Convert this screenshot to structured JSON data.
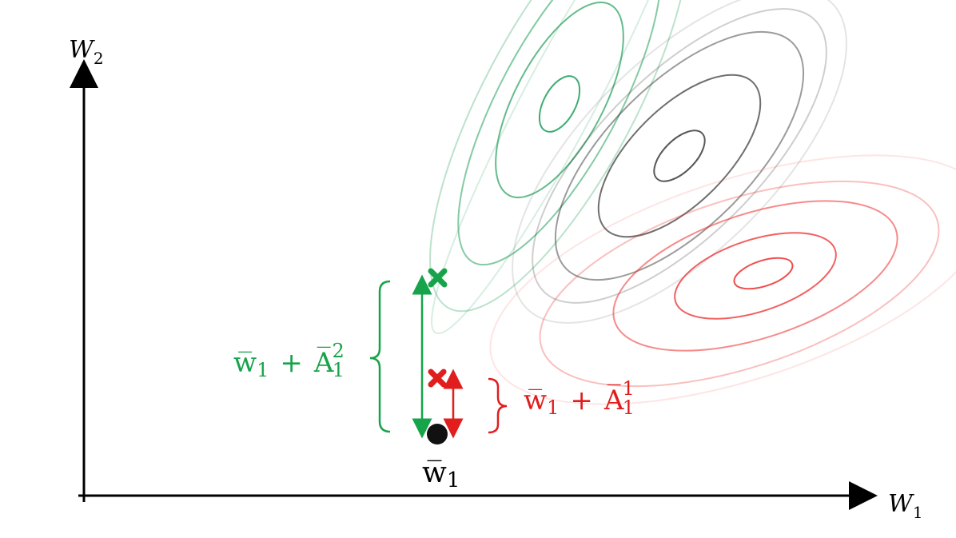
{
  "axes": {
    "x_label": {
      "base": "W",
      "sub": "1"
    },
    "y_label": {
      "base": "W",
      "sub": "2"
    },
    "axis_color": "#000000"
  },
  "colors": {
    "green": "#16a34a",
    "red": "#e11d1d",
    "gray": "#333333",
    "black": "#000000"
  },
  "point": {
    "label_base": "w̅",
    "label_sub": "1"
  },
  "green_annotation": {
    "w": "w̅",
    "w_sub": "1",
    "plus": "+",
    "a": "A̅",
    "a_sub": "1",
    "a_sup": "2"
  },
  "red_annotation": {
    "w": "w̅",
    "w_sub": "1",
    "plus": "+",
    "a": "A̅",
    "a_sub": "1",
    "a_sup": "1"
  },
  "contour_sets": [
    {
      "name": "green",
      "rings": 5
    },
    {
      "name": "gray",
      "rings": 5
    },
    {
      "name": "red",
      "rings": 5
    }
  ]
}
